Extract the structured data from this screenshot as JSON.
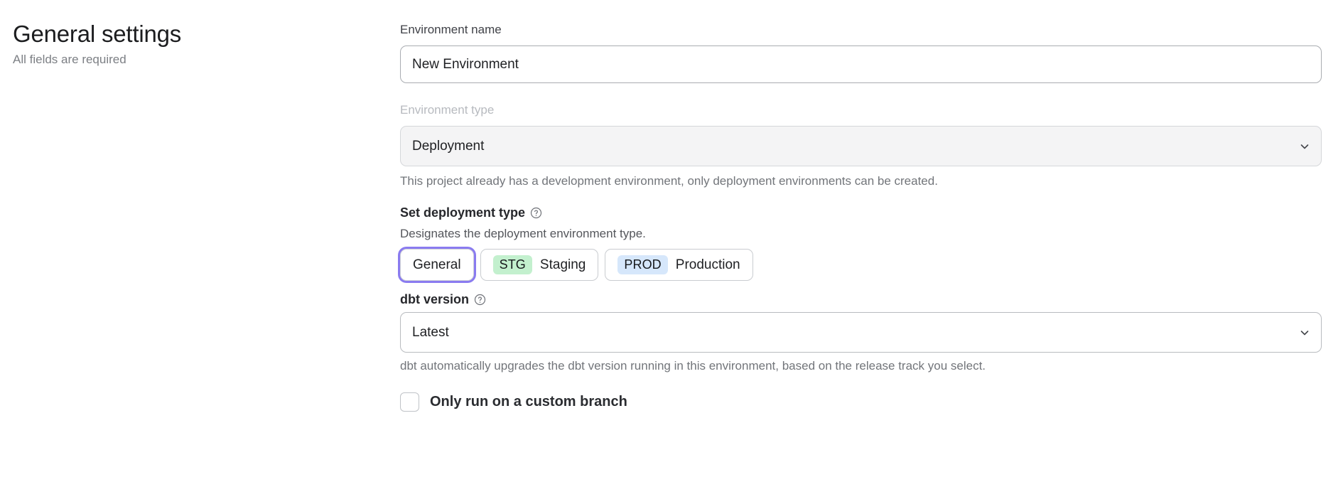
{
  "left": {
    "title": "General settings",
    "subtitle": "All fields are required"
  },
  "form": {
    "environment_name": {
      "label": "Environment name",
      "value": "New Environment",
      "placeholder": "Environment name"
    },
    "environment_type": {
      "label": "Environment type",
      "value": "Deployment",
      "helper": "This project already has a development environment, only deployment environments can be created.",
      "chevron_icon": "chevron-down-icon"
    },
    "deployment_type": {
      "label": "Set deployment type",
      "help_icon": "question-circle-icon",
      "description": "Designates the deployment environment type.",
      "options": [
        {
          "label": "General",
          "badge": "",
          "badge_color": "",
          "selected": true
        },
        {
          "label": "Staging",
          "badge": "STG",
          "badge_color": "#c3f0ce",
          "selected": false
        },
        {
          "label": "Production",
          "badge": "PROD",
          "badge_color": "#d6e7fb",
          "selected": false
        }
      ],
      "focus_ring_color": "#8a7bf0"
    },
    "dbt_version": {
      "label": "dbt version",
      "help_icon": "question-circle-icon",
      "value": "Latest",
      "helper": "dbt automatically upgrades the dbt version running in this environment, based on the release track you select.",
      "chevron_icon": "chevron-down-icon"
    },
    "custom_branch": {
      "label": "Only run on a custom branch",
      "checked": false
    }
  }
}
